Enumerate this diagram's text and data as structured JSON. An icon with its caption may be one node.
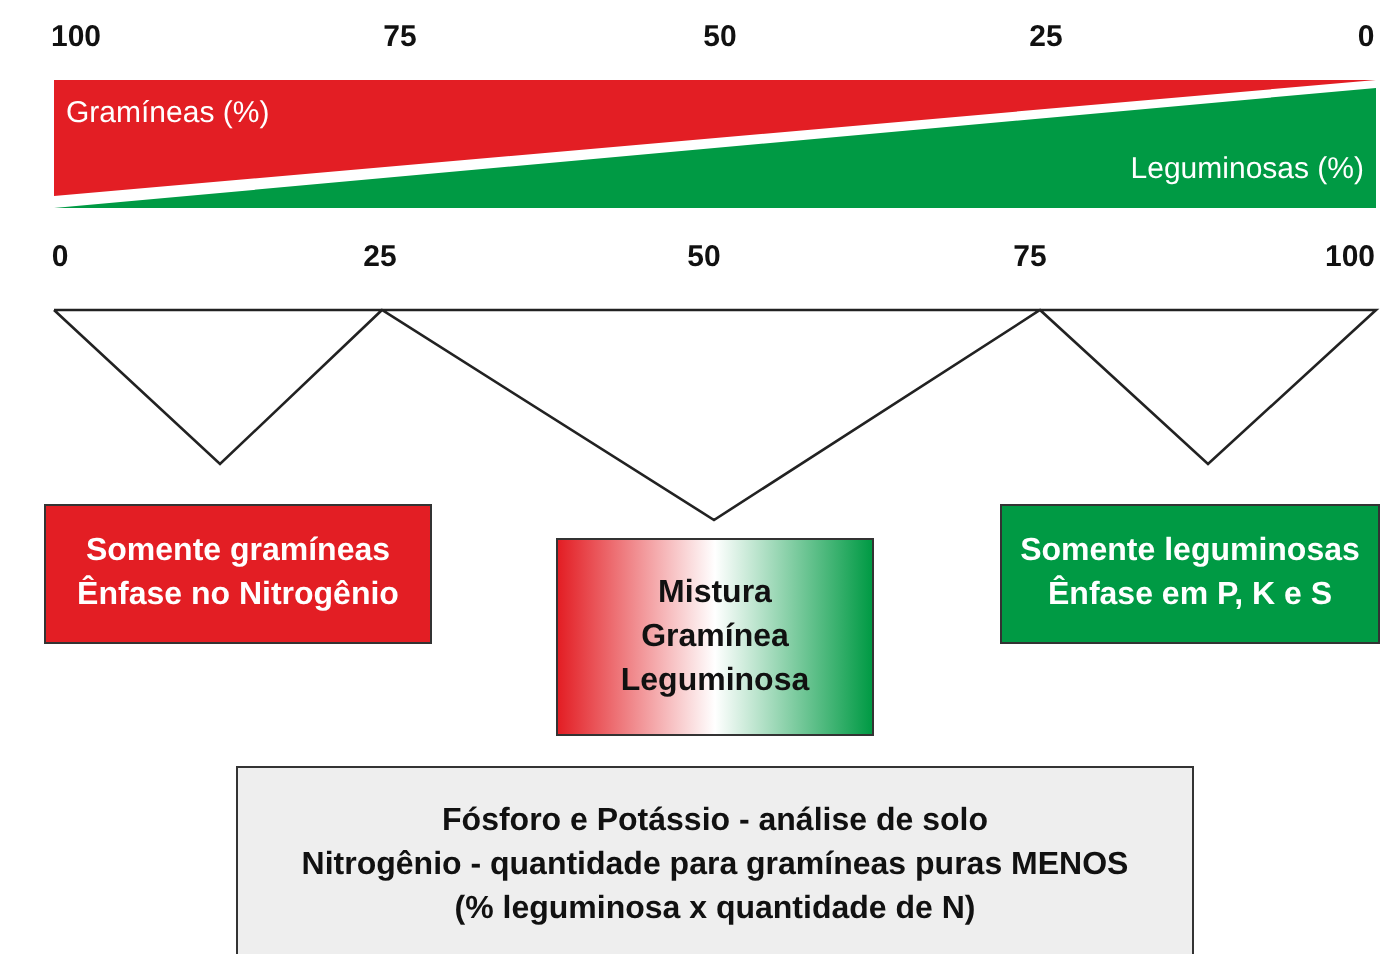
{
  "diagram": {
    "nodes": [
      {
        "text": [
          "Gramíneas (%)"
        ]
      },
      {
        "text": [
          "Leguminosas (%)"
        ]
      },
      {
        "text": [
          "Somente gramíneas",
          "Ênfase no Nitrogênio"
        ]
      },
      {
        "text": [
          "Mistura Gramínea Leguminosa"
        ]
      },
      {
        "text": [
          "Somente leguminosas",
          "Ênfase em P, K e S"
        ]
      },
      {
        "text": [
          "Fósforo e Potássio - análise de solo",
          "Nitrogênio - quantidade para gramíneas puras MENOS",
          "(% leguminosa x quantidade de N)"
        ]
      }
    ],
    "edges": [],
    "labels": [
      "100",
      "75",
      "50",
      "25",
      "0",
      "0",
      "25",
      "50",
      "75",
      "100"
    ]
  }
}
